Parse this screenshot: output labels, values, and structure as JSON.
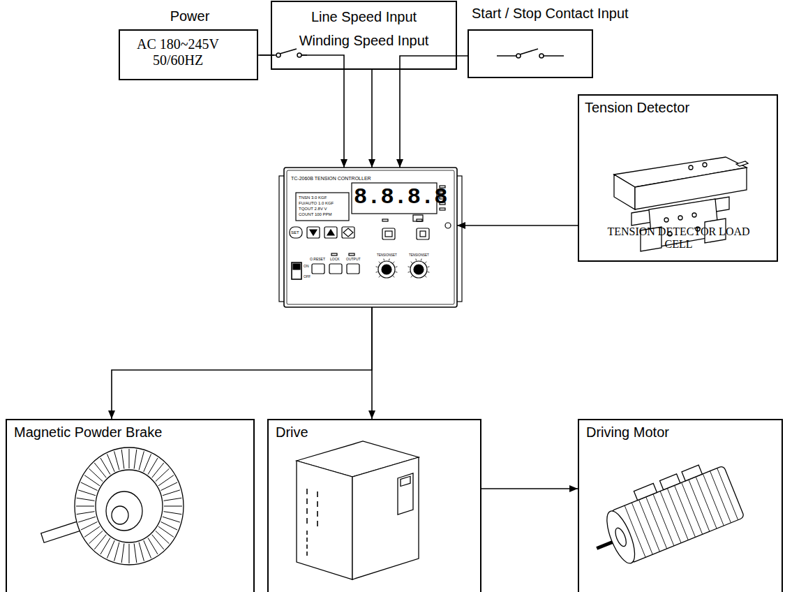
{
  "diagram": {
    "nodes": [
      {
        "text": [
          "Power",
          "AC 180~245V 50/60HZ"
        ]
      },
      {
        "text": [
          "Line Speed Input",
          "Winding Speed Input"
        ]
      },
      {
        "text": [
          "Start / Stop Contact Input"
        ]
      },
      {
        "text": [
          "TC-2060B TENSION CONTROLLER"
        ]
      },
      {
        "text": [
          "Tension Detector",
          "TENSION DETECTOR LOAD CELL"
        ]
      },
      {
        "text": [
          "Magnetic Powder Brake"
        ]
      },
      {
        "text": [
          "Drive"
        ]
      },
      {
        "text": [
          "Driving Motor"
        ]
      }
    ],
    "edges": [
      {
        "from": 0,
        "to": 3,
        "arrow": "to"
      },
      {
        "from": 1,
        "to": 3,
        "arrow": "to"
      },
      {
        "from": 2,
        "to": 3,
        "arrow": "to"
      },
      {
        "from": 4,
        "to": 3,
        "arrow": "to"
      },
      {
        "from": 3,
        "to": 5,
        "arrow": "to"
      },
      {
        "from": 3,
        "to": 6,
        "arrow": "to"
      },
      {
        "from": 6,
        "to": 7,
        "arrow": "to"
      }
    ],
    "labels": [
      "8.8.8.8",
      "TNSN 3.0 KGF",
      "FU/AUTO 1.0 KGF",
      "TQOUT 2.8V V",
      "COUNT 100 PPM",
      "SET",
      "ON",
      "OFF",
      "O.RESET",
      "LOCK",
      "OUTPUT",
      "TENSIONSET",
      "TENSIONSET"
    ]
  }
}
